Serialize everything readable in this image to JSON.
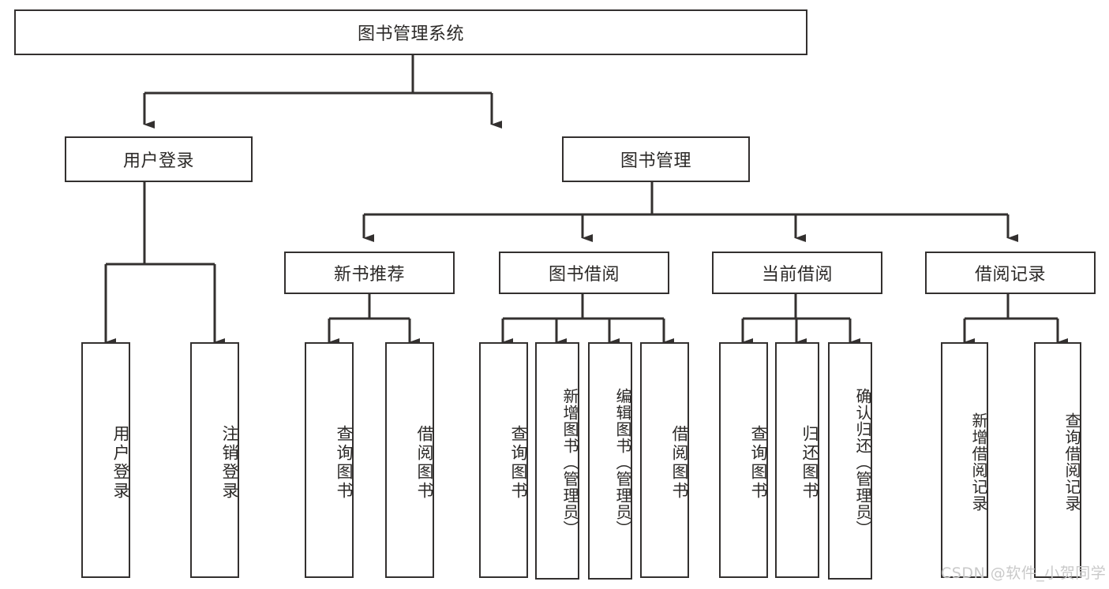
{
  "diagram": {
    "title": "图书管理系统",
    "type": "功能结构图",
    "colors": {
      "stroke": "#33302f",
      "box_fill": "#ffffff",
      "text": "#2b2927",
      "watermark": "#c9c9c9",
      "background": "#ffffff"
    }
  },
  "nodes": {
    "root": {
      "label": "图书管理系统",
      "level": 1,
      "orientation": "horizontal"
    },
    "level2": [
      {
        "id": "user-login",
        "label": "用户登录",
        "orientation": "horizontal"
      },
      {
        "id": "book-manage",
        "label": "图书管理",
        "orientation": "horizontal"
      }
    ],
    "level3": [
      {
        "id": "new-book-recommend",
        "label": "新书推荐",
        "orientation": "horizontal"
      },
      {
        "id": "book-borrow",
        "label": "图书借阅",
        "orientation": "horizontal"
      },
      {
        "id": "current-borrow",
        "label": "当前借阅",
        "orientation": "horizontal"
      },
      {
        "id": "borrow-record",
        "label": "借阅记录",
        "orientation": "horizontal"
      }
    ],
    "leaves": [
      {
        "id": "leaf-user-login",
        "label": "用户登录",
        "parent": "user-login",
        "orientation": "vertical"
      },
      {
        "id": "leaf-user-logout",
        "label": "注销登录",
        "parent": "user-login",
        "orientation": "vertical"
      },
      {
        "id": "leaf-query-book-1",
        "label": "查询图书",
        "parent": "new-book-recommend",
        "orientation": "vertical"
      },
      {
        "id": "leaf-borrow-book-1",
        "label": "借阅图书",
        "parent": "new-book-recommend",
        "orientation": "vertical"
      },
      {
        "id": "leaf-query-book-2",
        "label": "查询图书",
        "parent": "book-borrow",
        "orientation": "vertical"
      },
      {
        "id": "leaf-add-book",
        "label": "新增图书（管理员）",
        "parent": "book-borrow",
        "orientation": "vertical"
      },
      {
        "id": "leaf-edit-book",
        "label": "编辑图书（管理员）",
        "parent": "book-borrow",
        "orientation": "vertical"
      },
      {
        "id": "leaf-borrow-book-2",
        "label": "借阅图书",
        "parent": "book-borrow",
        "orientation": "vertical"
      },
      {
        "id": "leaf-query-book-3",
        "label": "查询图书",
        "parent": "current-borrow",
        "orientation": "vertical"
      },
      {
        "id": "leaf-return-book",
        "label": "归还图书",
        "parent": "current-borrow",
        "orientation": "vertical"
      },
      {
        "id": "leaf-confirm-return",
        "label": "确认归还（管理员）",
        "parent": "current-borrow",
        "orientation": "vertical"
      },
      {
        "id": "leaf-add-record",
        "label": "新增借阅记录",
        "parent": "borrow-record",
        "orientation": "vertical"
      },
      {
        "id": "leaf-query-record",
        "label": "查询借阅记录",
        "parent": "borrow-record",
        "orientation": "vertical"
      }
    ]
  },
  "watermark": {
    "text": "CSDN @软件_小贺同学"
  }
}
